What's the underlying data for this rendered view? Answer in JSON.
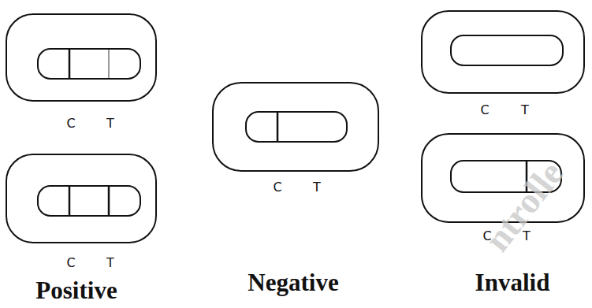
{
  "diagram": {
    "labels": [
      "C",
      "T",
      "C",
      "T",
      "C",
      "T",
      "C",
      "T",
      "C",
      "T",
      "Positive",
      "Negative",
      "Invalid",
      "ntrolle"
    ]
  }
}
